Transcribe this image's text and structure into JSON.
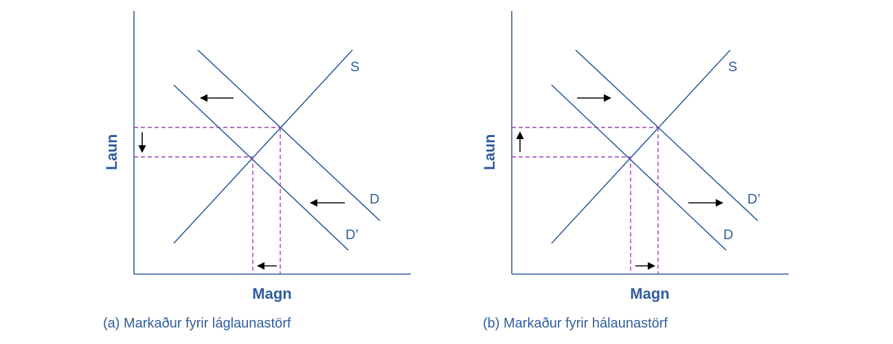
{
  "colors": {
    "line": "#2f5d9e",
    "guide": "#9b3fb0",
    "arrow": "#000000",
    "text": "#2f5d9e"
  },
  "panels": [
    {
      "caption": "(a) Markaður fyrir láglaunastörf",
      "xlabel": "Magn",
      "ylabel": "Laun",
      "supply_label": "S",
      "original_demand_label": "D",
      "new_demand_label": "D’",
      "demand_shift": "left",
      "wage_change": "down",
      "quantity_change": "down"
    },
    {
      "caption": "(b) Markaður fyrir hálaunastörf",
      "xlabel": "Magn",
      "ylabel": "Laun",
      "supply_label": "S",
      "original_demand_label": "D",
      "new_demand_label": "D’",
      "demand_shift": "right",
      "wage_change": "up",
      "quantity_change": "up"
    }
  ]
}
